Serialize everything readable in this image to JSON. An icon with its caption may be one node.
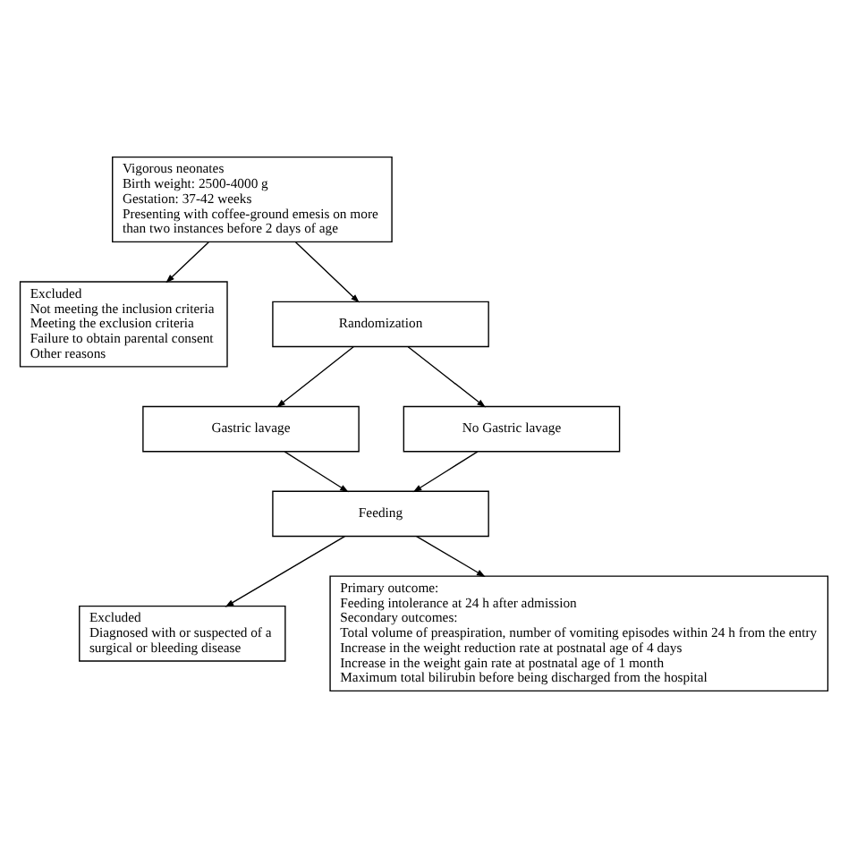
{
  "diagram": {
    "nodes": [
      {
        "text": [
          "Vigorous neonates",
          "Birth weight: 2500-4000 g",
          "Gestation: 37-42 weeks",
          "Presenting with coffee-ground emesis on more than two instances before 2 days of age"
        ]
      },
      {
        "text": [
          "Excluded",
          "Not meeting the inclusion criteria",
          "Meeting the exclusion criteria",
          "Failure to obtain parental consent",
          "Other reasons"
        ]
      },
      {
        "text": [
          "Randomization"
        ]
      },
      {
        "text": [
          "Gastric lavage"
        ]
      },
      {
        "text": [
          "No Gastric lavage"
        ]
      },
      {
        "text": [
          "Feeding"
        ]
      },
      {
        "text": [
          "Excluded",
          "Diagnosed with or suspected of a surgical or bleeding disease"
        ]
      },
      {
        "text": [
          "Primary outcome:",
          "Feeding intolerance at 24 h after admission",
          "Secondary outcomes:",
          "Total volume of preaspiration, number of vomiting episodes within 24 h from the entry",
          "Increase in the weight reduction rate at postnatal age of 4 days",
          "Increase in the weight gain rate at postnatal age of 1 month",
          "Maximum total bilirubin before being discharged from the hospital"
        ]
      }
    ],
    "edges": [
      {
        "from": 0,
        "to": 1,
        "arrow": "to"
      },
      {
        "from": 0,
        "to": 2,
        "arrow": "to"
      },
      {
        "from": 2,
        "to": 3,
        "arrow": "to"
      },
      {
        "from": 2,
        "to": 4,
        "arrow": "to"
      },
      {
        "from": 3,
        "to": 5,
        "arrow": "to"
      },
      {
        "from": 4,
        "to": 5,
        "arrow": "to"
      },
      {
        "from": 5,
        "to": 6,
        "arrow": "to"
      },
      {
        "from": 5,
        "to": 7,
        "arrow": "to"
      }
    ]
  }
}
